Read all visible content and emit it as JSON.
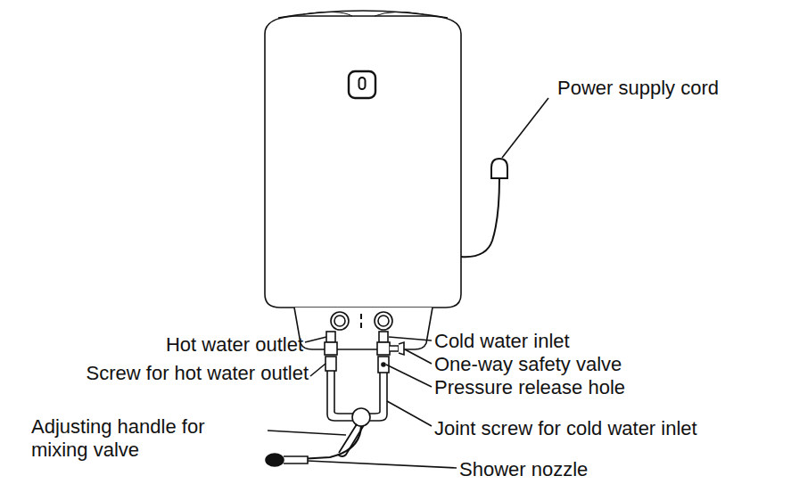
{
  "diagram": {
    "labels": [
      "Power supply cord",
      "Hot water outlet",
      "Screw for hot water outlet",
      "Adjusting handle for mixing valve",
      "Cold water inlet",
      "One-way safety valve",
      "Pressure release hole",
      "Joint screw for cold water inlet",
      "Shower nozzle"
    ]
  }
}
